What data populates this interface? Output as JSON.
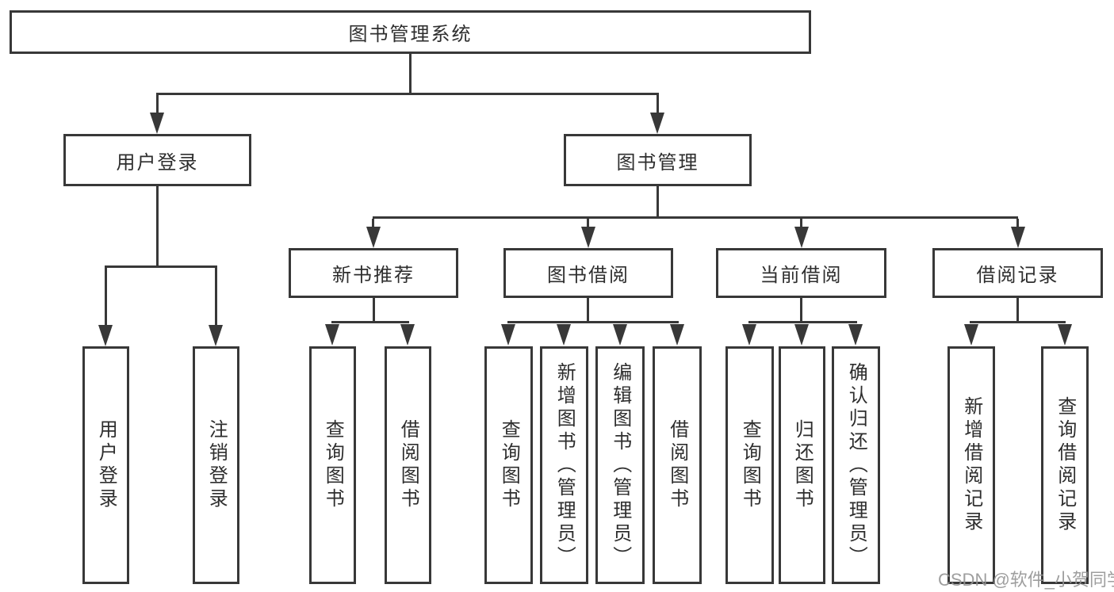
{
  "tree": {
    "root": {
      "label": "图书管理系统"
    },
    "branches": [
      {
        "label": "用户登录",
        "children": [
          {
            "label": "用户登录"
          },
          {
            "label": "注销登录"
          }
        ]
      },
      {
        "label": "图书管理",
        "children": [
          {
            "label": "新书推荐",
            "children": [
              {
                "label": "查询图书"
              },
              {
                "label": "借阅图书"
              }
            ]
          },
          {
            "label": "图书借阅",
            "children": [
              {
                "label": "查询图书"
              },
              {
                "label": "新增图书（管理员）"
              },
              {
                "label": "编辑图书（管理员）"
              },
              {
                "label": "借阅图书"
              }
            ]
          },
          {
            "label": "当前借阅",
            "children": [
              {
                "label": "查询图书"
              },
              {
                "label": "归还图书"
              },
              {
                "label": "确认归还（管理员）"
              }
            ]
          },
          {
            "label": "借阅记录",
            "children": [
              {
                "label": "新增借阅记录"
              },
              {
                "label": "查询借阅记录"
              }
            ]
          }
        ]
      }
    ]
  },
  "watermark": {
    "text": "CSDN @软件_小贺同学"
  },
  "colors": {
    "line": "#383838",
    "text": "#2e2e2e",
    "background": "#ffffff",
    "watermark": "#949494"
  }
}
